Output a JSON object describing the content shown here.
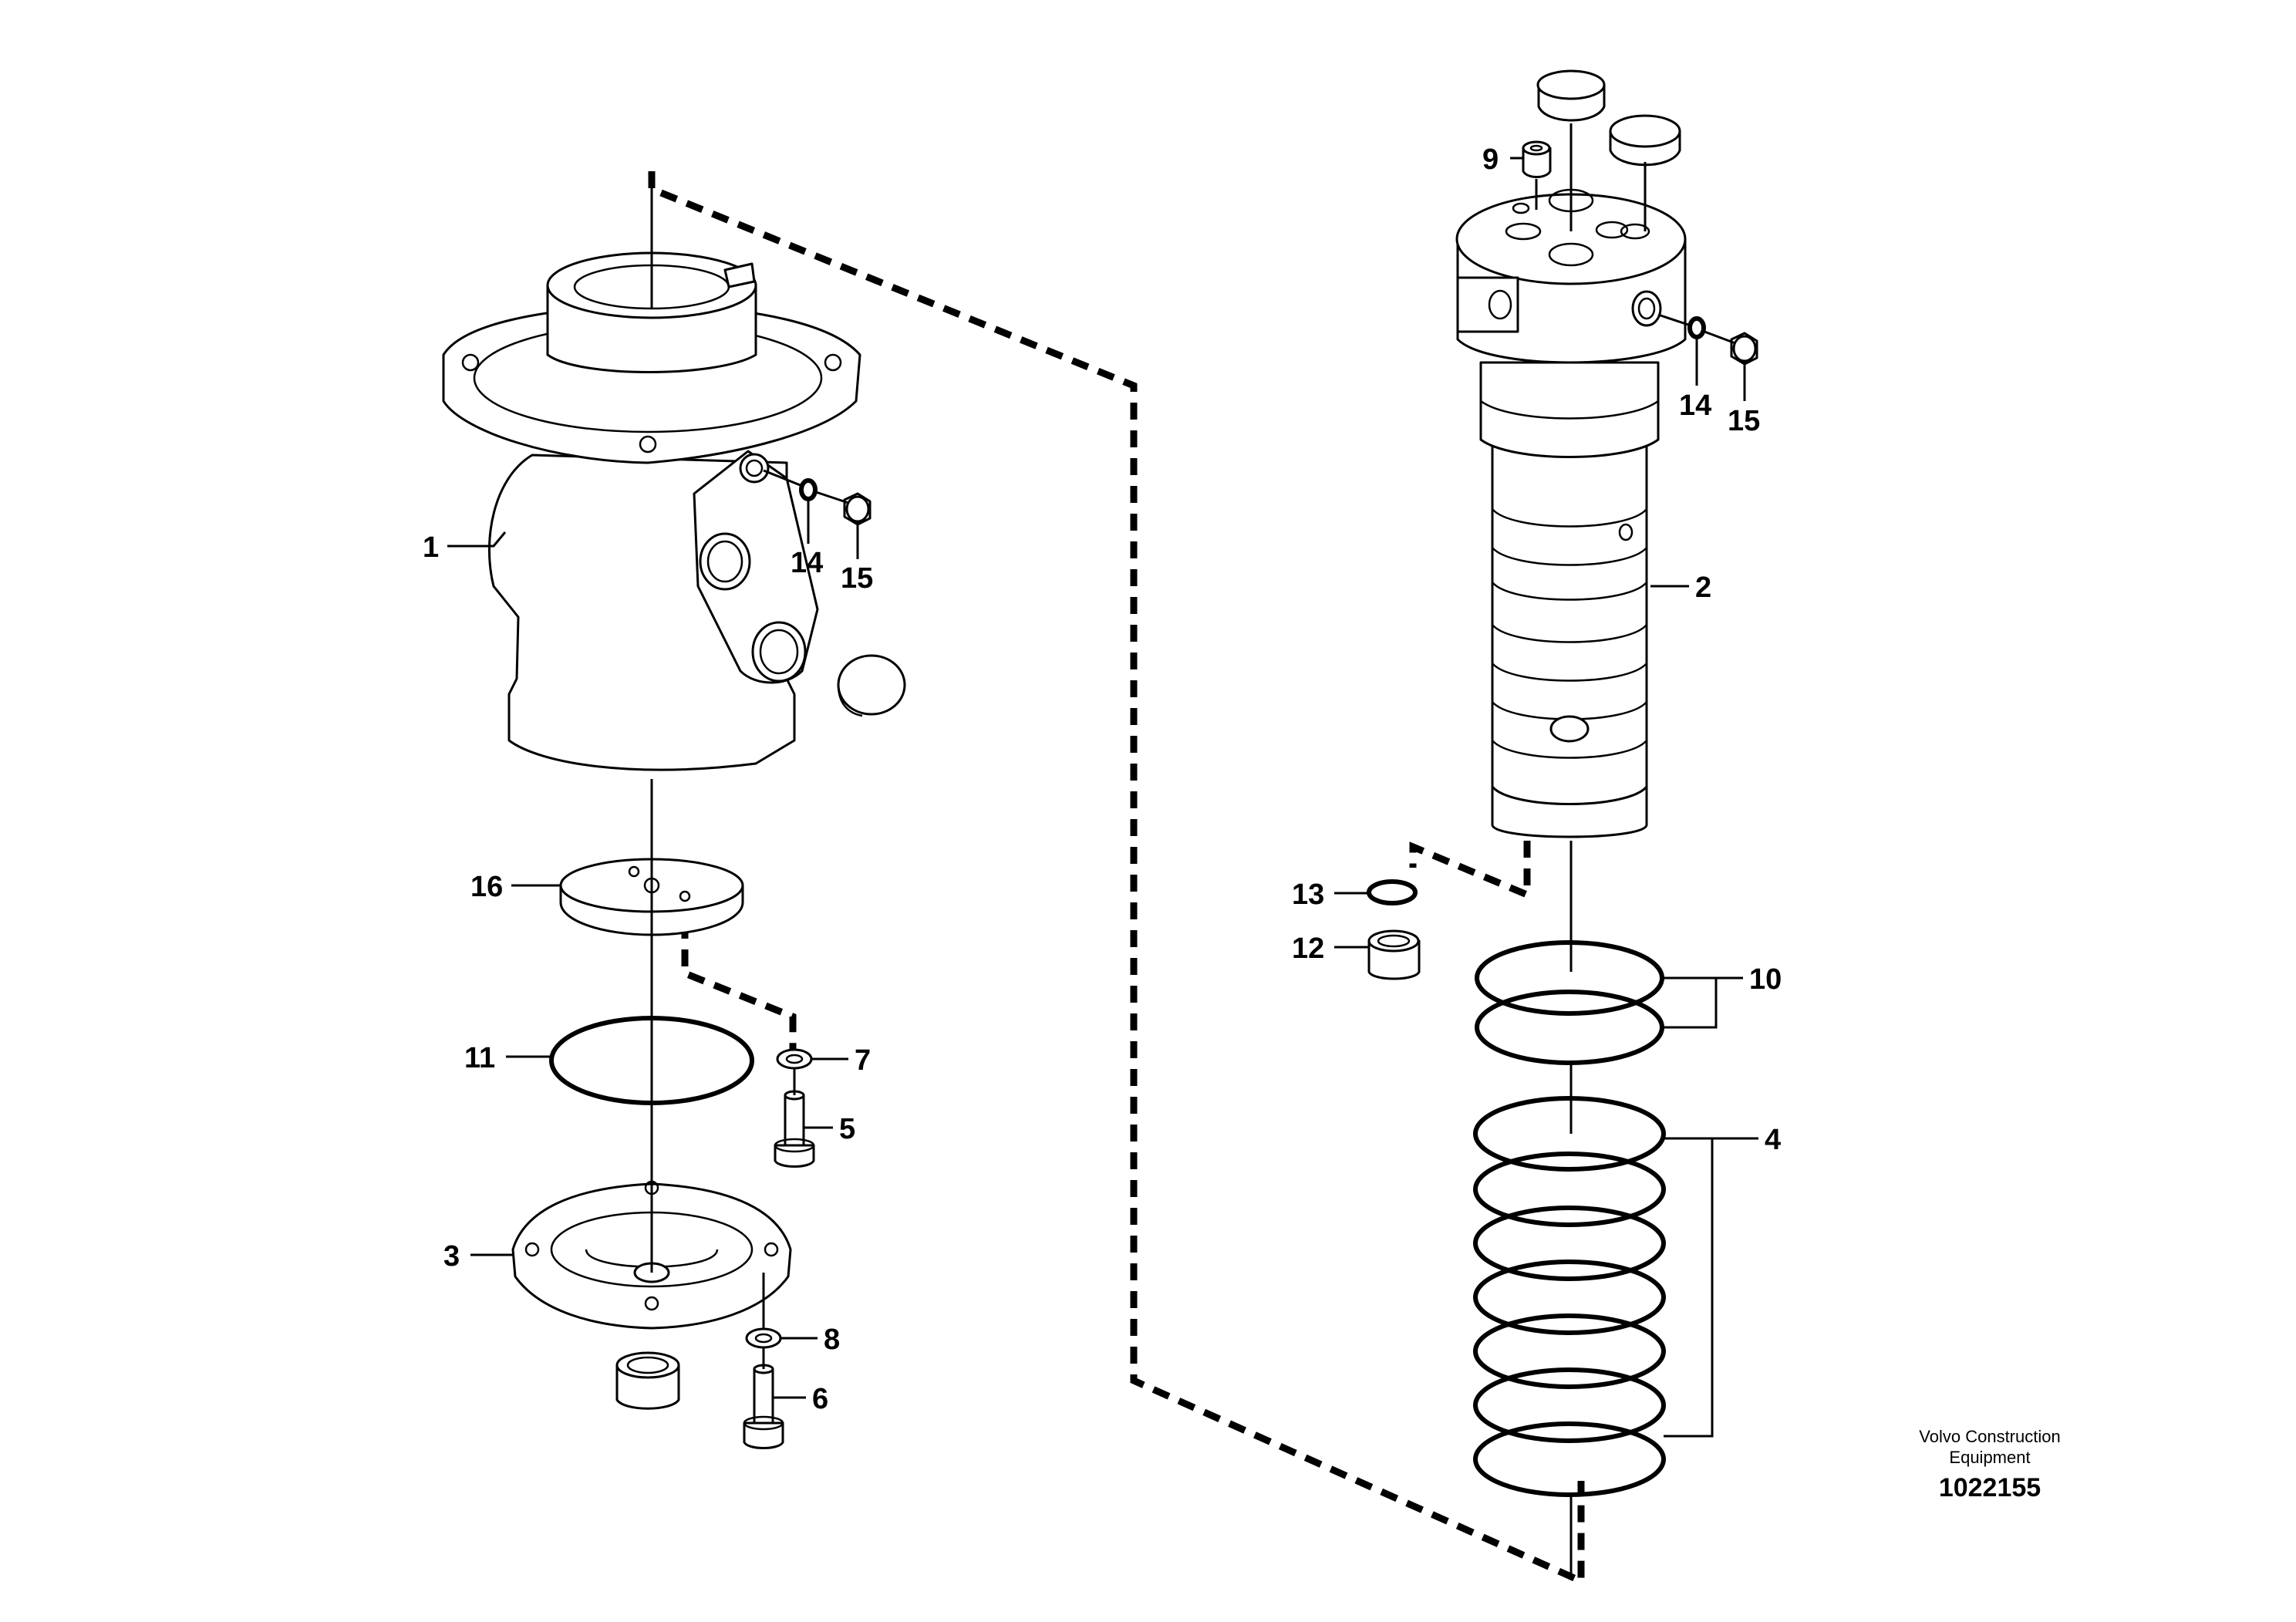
{
  "diagram": {
    "callouts": {
      "c1": "1",
      "c2": "2",
      "c3": "3",
      "c4": "4",
      "c5": "5",
      "c6": "6",
      "c7": "7",
      "c8": "8",
      "c9": "9",
      "c10": "10",
      "c11": "11",
      "c12": "12",
      "c13": "13",
      "c14a": "14",
      "c15a": "15",
      "c14b": "14",
      "c15b": "15",
      "c16": "16"
    },
    "publisher_line1": "Volvo Construction",
    "publisher_line2": "Equipment",
    "document_number": "1022155"
  }
}
